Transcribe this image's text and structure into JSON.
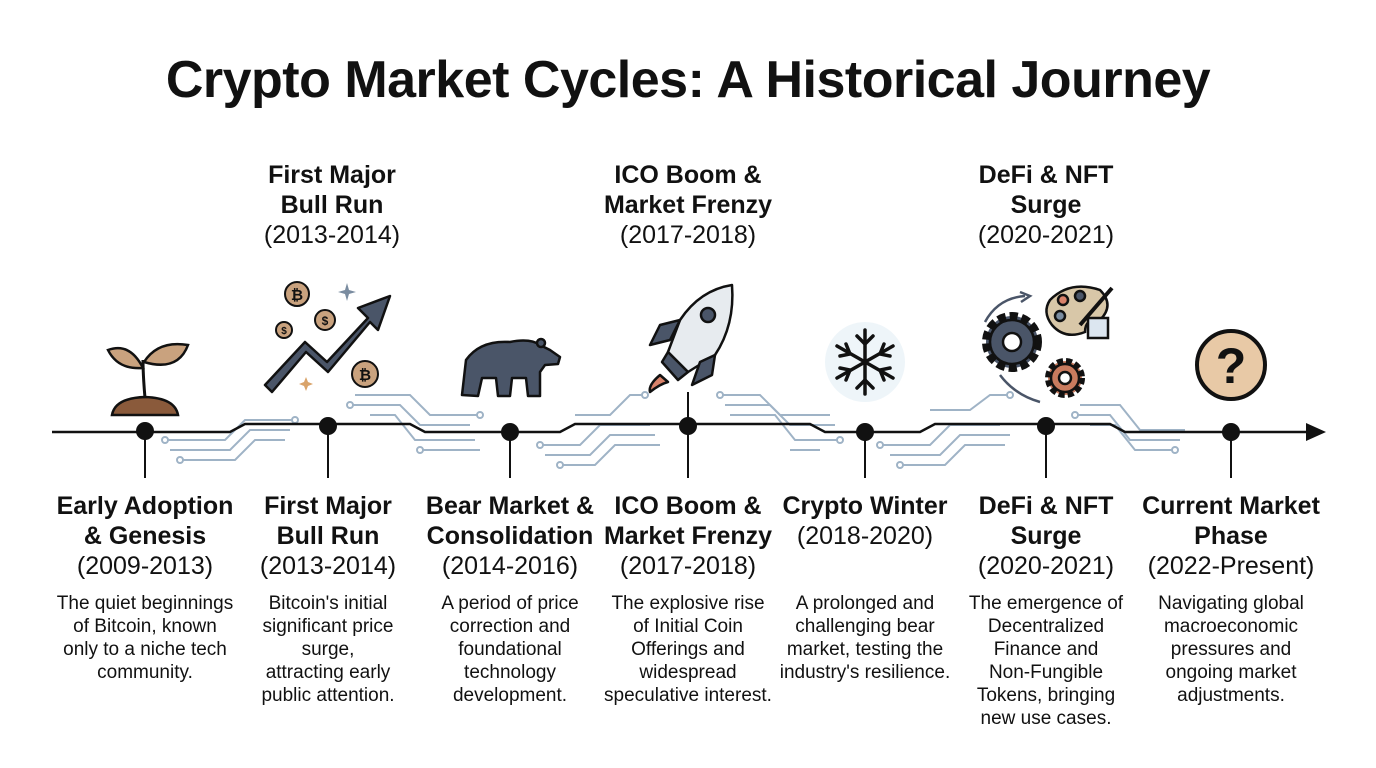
{
  "title": "Crypto Market Cycles: A Historical Journey",
  "highlights": [
    {
      "name": "First Major",
      "name2": "Bull Run",
      "years": "(2013-2014)"
    },
    {
      "name": "ICO Boom &",
      "name2": "Market Frenzy",
      "years": "(2017-2018)"
    },
    {
      "name": "DeFi & NFT",
      "name2": "Surge",
      "years": "(2020-2021)"
    }
  ],
  "milestones": [
    {
      "line1": "Early Adoption",
      "line2": "& Genesis",
      "years": "(2009-2013)",
      "icon": "sprout-icon",
      "desc": [
        "The quiet beginnings",
        "of Bitcoin, known",
        "only to a niche tech",
        "community."
      ]
    },
    {
      "line1": "First Major",
      "line2": "Bull Run",
      "years": "(2013-2014)",
      "icon": "rising-chart-icon",
      "desc": [
        "Bitcoin's initial",
        "significant price",
        "surge,",
        "attracting early",
        "public attention."
      ]
    },
    {
      "line1": "Bear Market &",
      "line2": "Consolidation",
      "years": "(2014-2016)",
      "icon": "bear-icon",
      "desc": [
        "A period of price",
        "correction and",
        "foundational",
        "technology",
        "development."
      ]
    },
    {
      "line1": "ICO Boom &",
      "line2": "Market Frenzy",
      "years": "(2017-2018)",
      "icon": "rocket-icon",
      "desc": [
        "The explosive rise",
        "of Initial Coin",
        "Offerings and",
        "widespread",
        "speculative interest."
      ]
    },
    {
      "line1": "Crypto Winter",
      "line2": "",
      "years": "(2018-2020)",
      "icon": "snowflake-icon",
      "desc": [
        "A prolonged and",
        "challenging bear",
        "market, testing the",
        "industry's resilience."
      ]
    },
    {
      "line1": "DeFi & NFT",
      "line2": "Surge",
      "years": "(2020-2021)",
      "icon": "gears-palette-icon",
      "desc": [
        "The emergence of",
        "Decentralized",
        "Finance and",
        "Non-Fungible",
        "Tokens, bringing",
        "new use cases."
      ]
    },
    {
      "line1": "Current Market",
      "line2": "Phase",
      "years": "(2022-Present)",
      "icon": "question-icon",
      "desc": [
        "Navigating global",
        "macroeconomic",
        "pressures and",
        "ongoing market",
        "adjustments."
      ]
    }
  ],
  "colors": {
    "line": "#111111",
    "circuit": "#9fb3c6",
    "bear": "#4a5568",
    "coin": "#c9a27e",
    "flame": "#d9826a",
    "ice": "#d8e6f0"
  }
}
